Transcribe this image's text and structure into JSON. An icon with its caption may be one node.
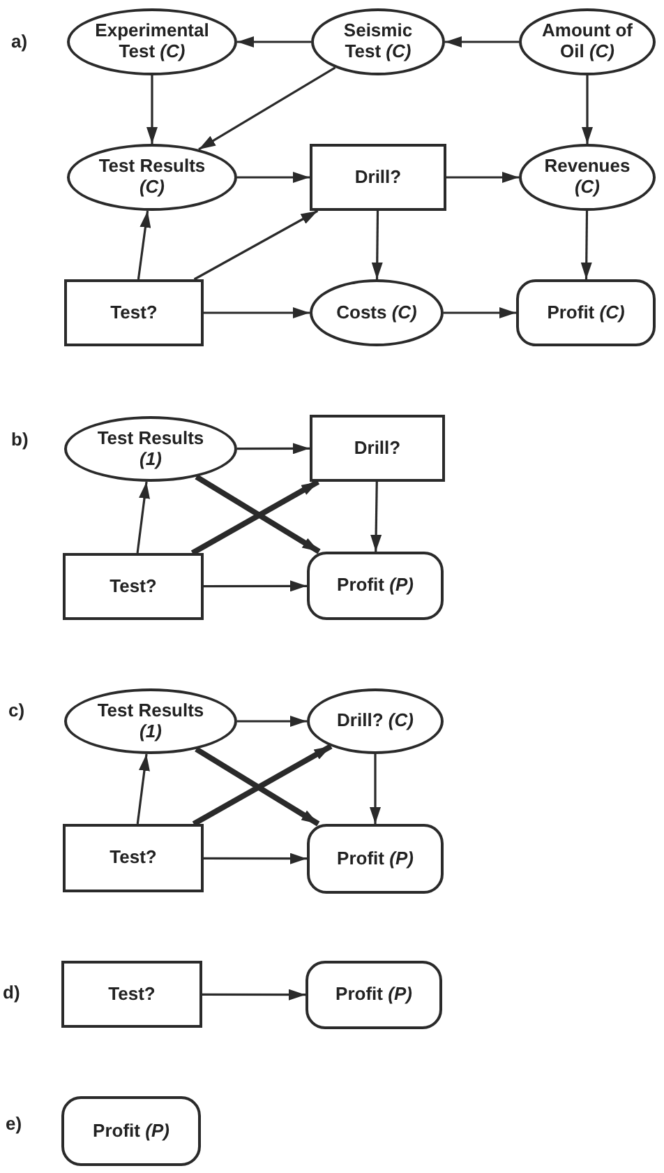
{
  "diagram": {
    "nodes": [
      {
        "text": [
          "Experimental Test *(C)*"
        ]
      },
      {
        "text": [
          "Seismic Test *(C)*"
        ]
      },
      {
        "text": [
          "Amount of Oil *(C)*"
        ]
      },
      {
        "text": [
          "Test Results *(C)*"
        ]
      },
      {
        "text": [
          "Drill?"
        ]
      },
      {
        "text": [
          "Revenues *(C)*"
        ]
      },
      {
        "text": [
          "Test?"
        ]
      },
      {
        "text": [
          "Costs *(C)*"
        ]
      },
      {
        "text": [
          "Profit *(C)*"
        ]
      },
      {
        "text": [
          "Test Results *(1)*"
        ]
      },
      {
        "text": [
          "Drill?"
        ]
      },
      {
        "text": [
          "Test?"
        ]
      },
      {
        "text": [
          "Profit *(P)*"
        ]
      },
      {
        "text": [
          "Test Results *(1)*"
        ]
      },
      {
        "text": [
          "Drill? *(C)*"
        ]
      },
      {
        "text": [
          "Test?"
        ]
      },
      {
        "text": [
          "Profit *(P)*"
        ]
      },
      {
        "text": [
          "Test?"
        ]
      },
      {
        "text": [
          "Profit *(P)*"
        ]
      },
      {
        "text": [
          "Profit *(P)*"
        ]
      }
    ],
    "edges": [
      {
        "from": 1,
        "to": 0,
        "arrow": "to"
      },
      {
        "from": 2,
        "to": 1,
        "arrow": "to"
      },
      {
        "from": 0,
        "to": 3,
        "arrow": "to"
      },
      {
        "from": 1,
        "to": 3,
        "arrow": "to"
      },
      {
        "from": 2,
        "to": 5,
        "arrow": "to"
      },
      {
        "from": 3,
        "to": 4,
        "arrow": "to"
      },
      {
        "from": 4,
        "to": 5,
        "arrow": "to"
      },
      {
        "from": 6,
        "to": 3,
        "arrow": "to"
      },
      {
        "from": 6,
        "to": 4,
        "arrow": "to"
      },
      {
        "from": 4,
        "to": 7,
        "arrow": "to"
      },
      {
        "from": 5,
        "to": 8,
        "arrow": "to"
      },
      {
        "from": 6,
        "to": 7,
        "arrow": "to"
      },
      {
        "from": 7,
        "to": 8,
        "arrow": "to"
      },
      {
        "from": 9,
        "to": 10,
        "arrow": "to"
      },
      {
        "from": 11,
        "to": 9,
        "arrow": "to"
      },
      {
        "from": 11,
        "to": 10,
        "arrow": "to",
        "style": "thick"
      },
      {
        "from": 9,
        "to": 12,
        "arrow": "to",
        "style": "thick"
      },
      {
        "from": 10,
        "to": 12,
        "arrow": "to"
      },
      {
        "from": 11,
        "to": 12,
        "arrow": "to"
      },
      {
        "from": 13,
        "to": 14,
        "arrow": "to"
      },
      {
        "from": 15,
        "to": 13,
        "arrow": "to"
      },
      {
        "from": 15,
        "to": 14,
        "arrow": "to",
        "style": "thick"
      },
      {
        "from": 13,
        "to": 16,
        "arrow": "to",
        "style": "thick"
      },
      {
        "from": 14,
        "to": 16,
        "arrow": "to"
      },
      {
        "from": 15,
        "to": 16,
        "arrow": "to"
      },
      {
        "from": 17,
        "to": 18,
        "arrow": "to"
      }
    ],
    "labels": [
      "a)",
      "b)",
      "c)",
      "d)",
      "e)"
    ]
  }
}
